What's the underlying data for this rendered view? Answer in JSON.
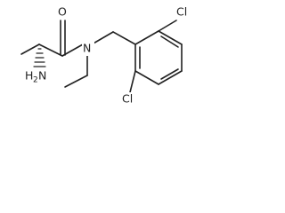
{
  "molecule": {
    "atoms": {
      "oxygen": "O",
      "nitrogen": "N",
      "amine": "H",
      "amine_subscript": "2",
      "amine_n": "N",
      "chlorine_top": "Cl",
      "chlorine_bottom": "Cl"
    }
  }
}
